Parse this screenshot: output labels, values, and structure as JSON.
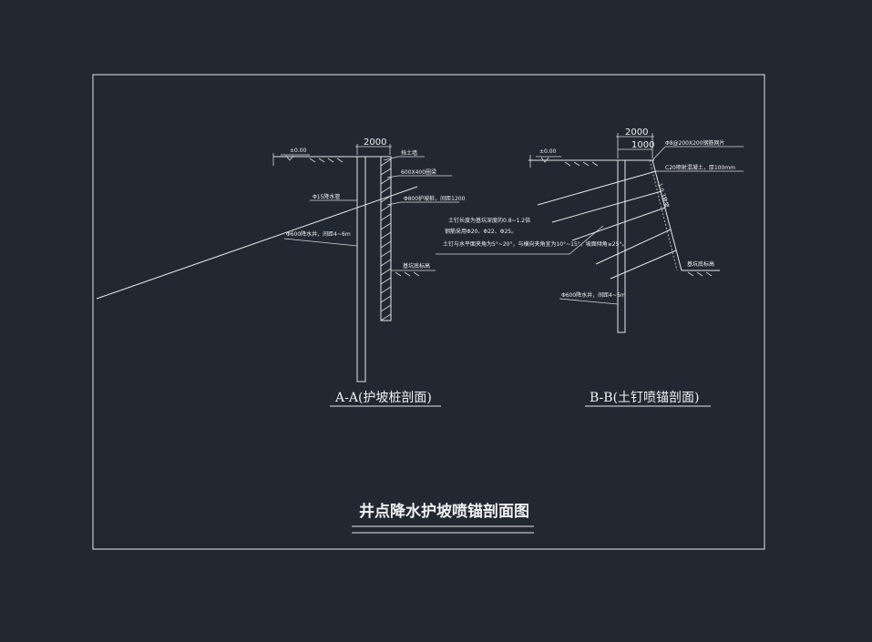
{
  "drawing": {
    "title": "井点降水护坡喷锚剖面图",
    "colors": {
      "background": "#222831",
      "lines": "#e6e6e6"
    }
  },
  "section_aa": {
    "caption": "A-A(护坡桩剖面)",
    "dimension": "2000",
    "elevation": "±0.00",
    "labels": {
      "retaining_wall": "挡土墙",
      "beam": "600X400圈梁",
      "pile": "Φ800护坡桩，间距1200",
      "dewatering": "Φ15降水管",
      "well": "Φ600降水井，间距4~6m",
      "pit_bottom": "基坑底标高"
    }
  },
  "section_bb": {
    "caption": "B-B(土钉喷锚剖面)",
    "dimensions": [
      "2000",
      "1000"
    ],
    "elevation": "±0.00",
    "labels": {
      "mesh": "Φ8@200X200钢筋网片",
      "shotcrete": "C20喷射混凝土，厚100mm",
      "slope": "1:0.3放坡",
      "well": "Φ600降水井，间距4~6m",
      "pit_bottom": "基坑底标高"
    }
  },
  "notes": [
    "土钉长度为基坑深度的0.8~1.2倍",
    "钢筋采用Φ20、Φ22、Φ25。",
    "土钉与水平面夹角为5°~20°，与横向夹角宜为10°~15°，坡面倾角≥25°。"
  ]
}
